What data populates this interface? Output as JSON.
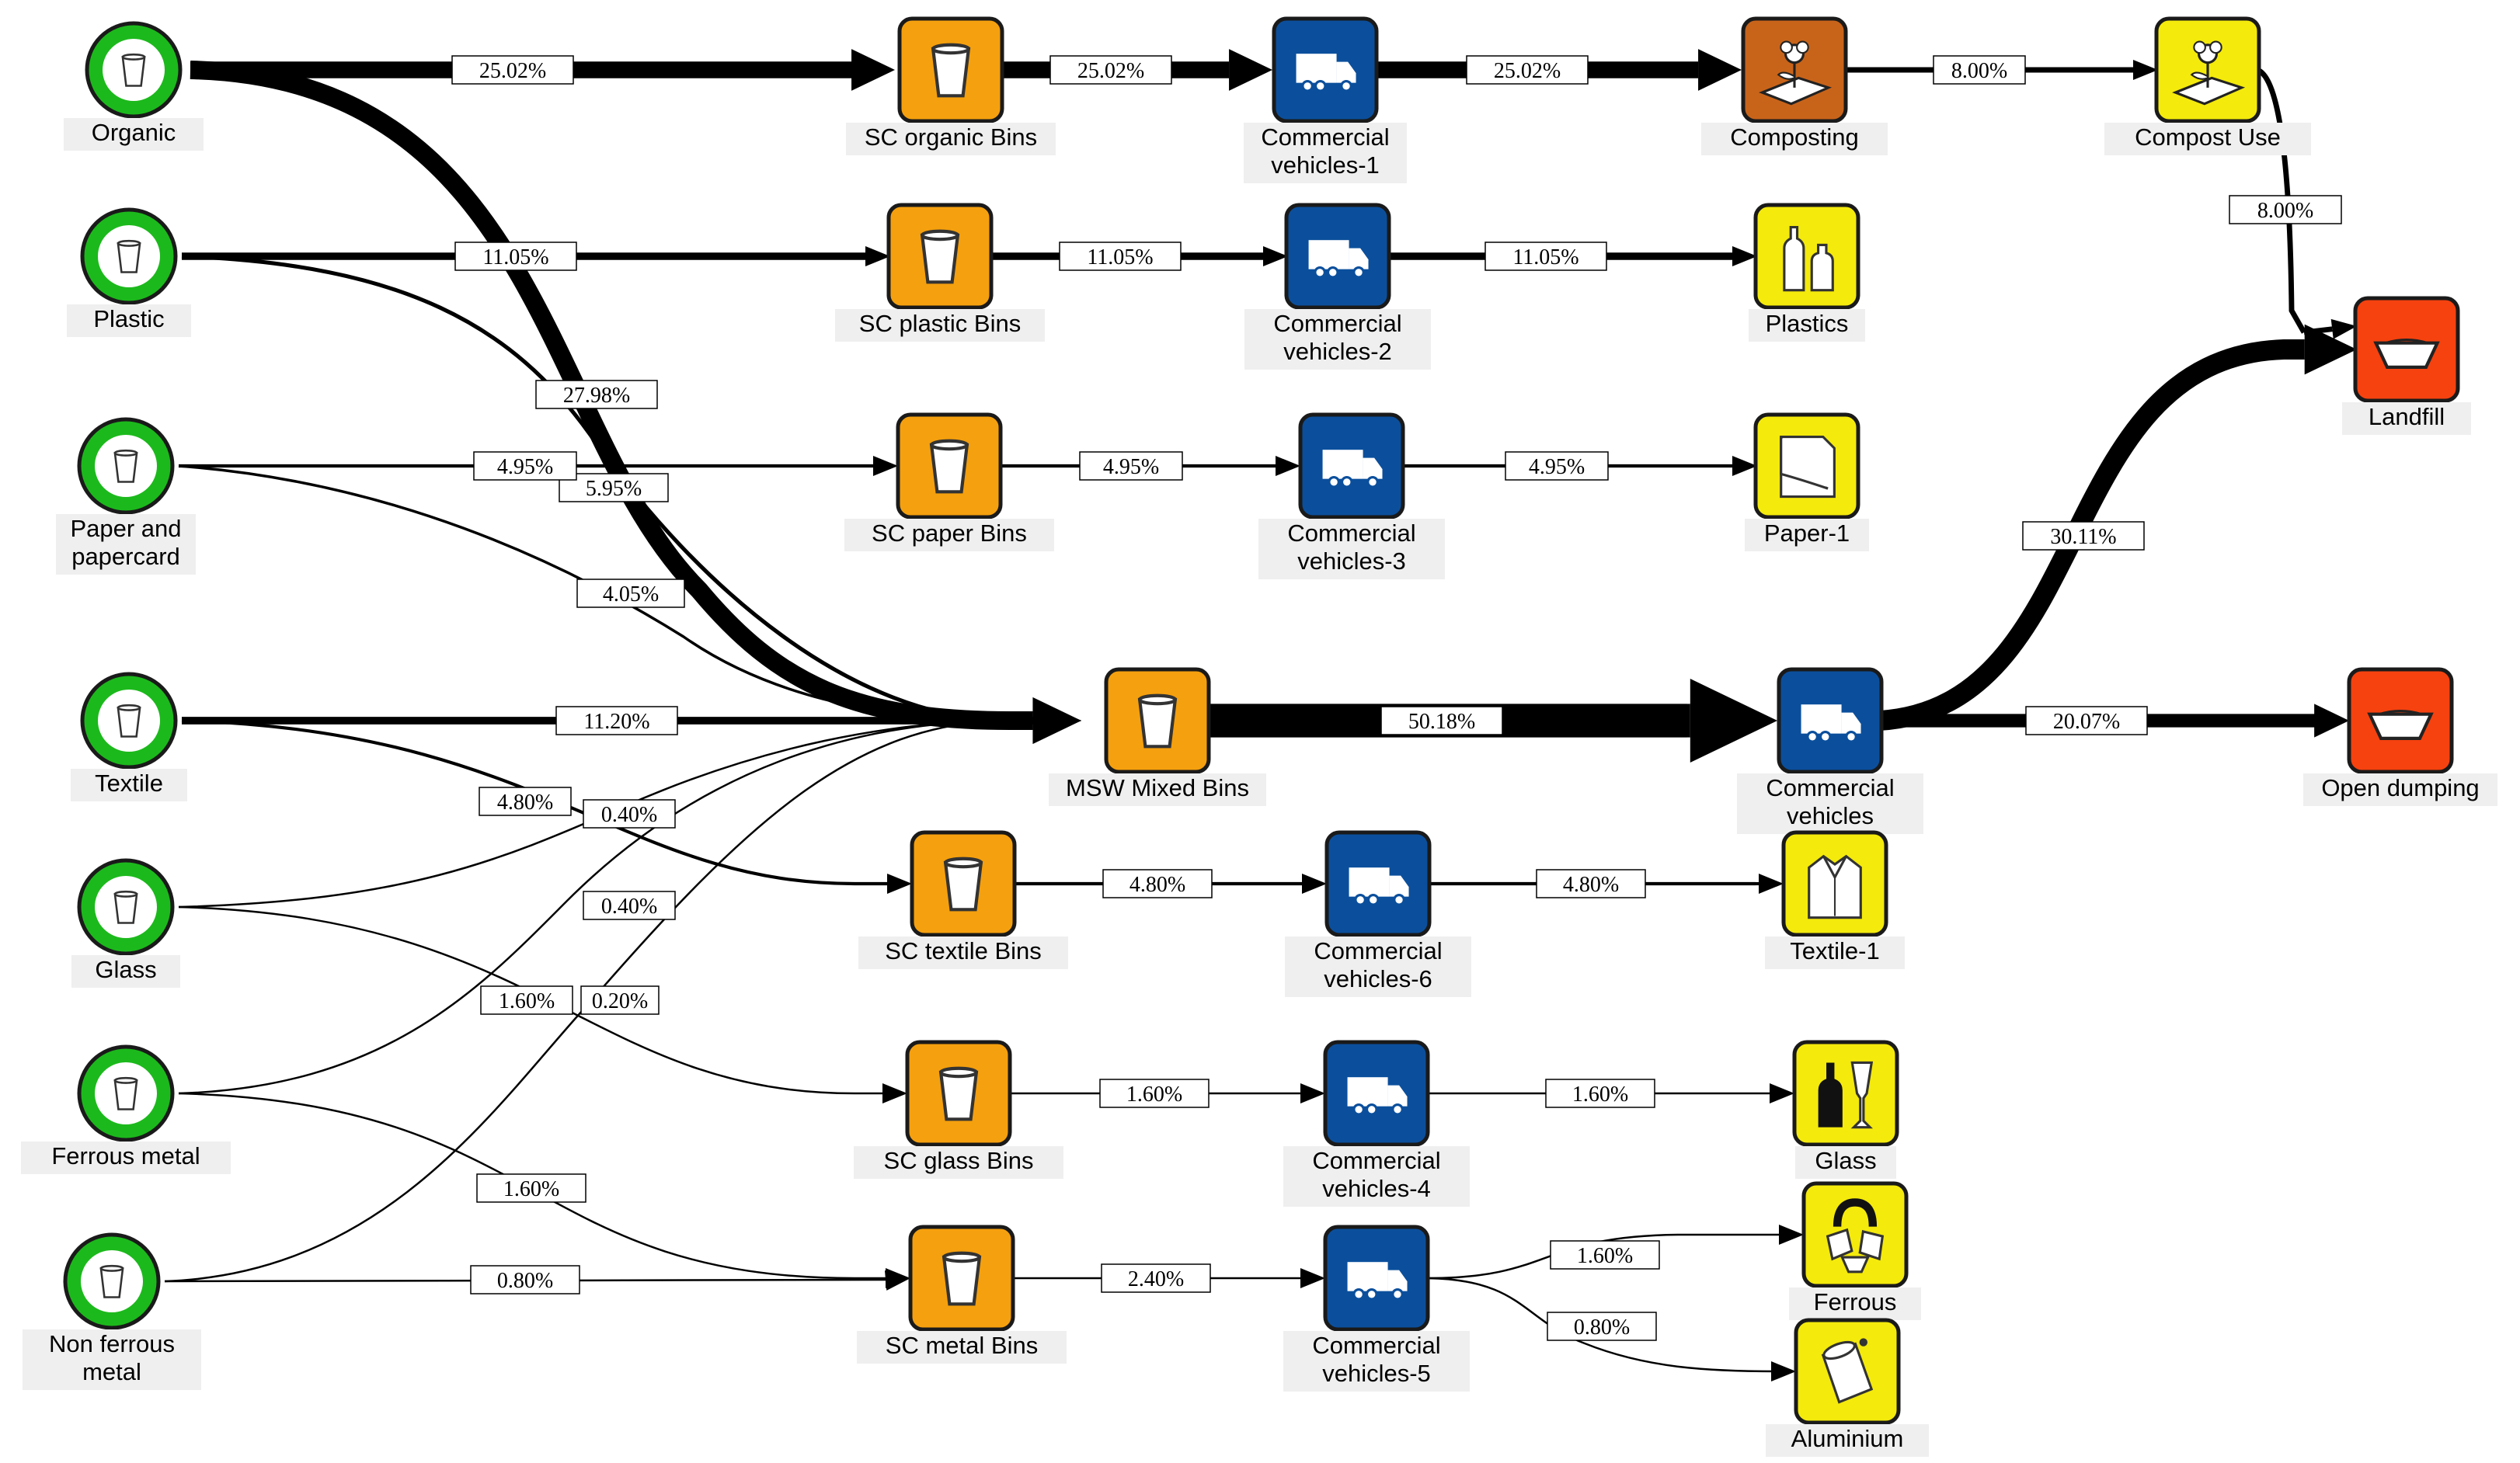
{
  "colors": {
    "source": "#1cb91c",
    "sc_bin": "#f5a00e",
    "vehicle": "#0b4f9c",
    "composting": "#c8641a",
    "product": "#f4ea0c",
    "disposal": "#f5420f",
    "edge": "#000000"
  },
  "nodes": {
    "organic": {
      "lines": [
        "Organic"
      ],
      "kind": "source",
      "icon": "bin-icon"
    },
    "plastic": {
      "lines": [
        "Plastic"
      ],
      "kind": "source",
      "icon": "bin-icon"
    },
    "paper": {
      "lines": [
        "Paper and",
        "papercard"
      ],
      "kind": "source",
      "icon": "bin-icon"
    },
    "textile": {
      "lines": [
        "Textile"
      ],
      "kind": "source",
      "icon": "bin-icon"
    },
    "glass": {
      "lines": [
        "Glass"
      ],
      "kind": "source",
      "icon": "bin-icon"
    },
    "ferrous": {
      "lines": [
        "Ferrous metal"
      ],
      "kind": "source",
      "icon": "bin-icon"
    },
    "nonferrous": {
      "lines": [
        "Non ferrous",
        "metal"
      ],
      "kind": "source",
      "icon": "bin-icon"
    },
    "sc_organic": {
      "lines": [
        "SC organic Bins"
      ],
      "kind": "sc_bin",
      "icon": "bin-icon"
    },
    "sc_plastic": {
      "lines": [
        "SC plastic Bins"
      ],
      "kind": "sc_bin",
      "icon": "bin-icon"
    },
    "sc_paper": {
      "lines": [
        "SC paper Bins"
      ],
      "kind": "sc_bin",
      "icon": "bin-icon"
    },
    "msw_mixed": {
      "lines": [
        "MSW Mixed Bins"
      ],
      "kind": "sc_bin",
      "icon": "bin-icon"
    },
    "sc_textile": {
      "lines": [
        "SC textile Bins"
      ],
      "kind": "sc_bin",
      "icon": "bin-icon"
    },
    "sc_glass": {
      "lines": [
        "SC glass Bins"
      ],
      "kind": "sc_bin",
      "icon": "bin-icon"
    },
    "sc_metal": {
      "lines": [
        "SC metal Bins"
      ],
      "kind": "sc_bin",
      "icon": "bin-icon"
    },
    "cv1": {
      "lines": [
        "Commercial",
        "vehicles-1"
      ],
      "kind": "vehicle",
      "icon": "truck-icon"
    },
    "cv2": {
      "lines": [
        "Commercial",
        "vehicles-2"
      ],
      "kind": "vehicle",
      "icon": "truck-icon"
    },
    "cv3": {
      "lines": [
        "Commercial",
        "vehicles-3"
      ],
      "kind": "vehicle",
      "icon": "truck-icon"
    },
    "cv": {
      "lines": [
        "Commercial",
        "vehicles"
      ],
      "kind": "vehicle",
      "icon": "truck-icon"
    },
    "cv6": {
      "lines": [
        "Commercial",
        "vehicles-6"
      ],
      "kind": "vehicle",
      "icon": "truck-icon"
    },
    "cv4": {
      "lines": [
        "Commercial",
        "vehicles-4"
      ],
      "kind": "vehicle",
      "icon": "truck-icon"
    },
    "cv5": {
      "lines": [
        "Commercial",
        "vehicles-5"
      ],
      "kind": "vehicle",
      "icon": "truck-icon"
    },
    "composting": {
      "lines": [
        "Composting"
      ],
      "kind": "composting",
      "icon": "flower-icon"
    },
    "compost_use": {
      "lines": [
        "Compost Use"
      ],
      "kind": "product",
      "icon": "flower-icon"
    },
    "plastics": {
      "lines": [
        "Plastics"
      ],
      "kind": "product",
      "icon": "bottles-icon"
    },
    "paper1": {
      "lines": [
        "Paper-1"
      ],
      "kind": "product",
      "icon": "paper-icon"
    },
    "landfill": {
      "lines": [
        "Landfill"
      ],
      "kind": "disposal",
      "icon": "pit-icon"
    },
    "open_dumping": {
      "lines": [
        "Open dumping"
      ],
      "kind": "disposal",
      "icon": "pit-icon"
    },
    "textile1": {
      "lines": [
        "Textile-1"
      ],
      "kind": "product",
      "icon": "shirt-icon"
    },
    "glass_out": {
      "lines": [
        "Glass"
      ],
      "kind": "product",
      "icon": "bottle-glass-icon"
    },
    "ferrous_out": {
      "lines": [
        "Ferrous"
      ],
      "kind": "product",
      "icon": "magnet-icon"
    },
    "aluminium": {
      "lines": [
        "Aluminium"
      ],
      "kind": "product",
      "icon": "can-icon"
    }
  },
  "flows": [
    {
      "id": "f1",
      "from": "organic",
      "to": "sc_organic",
      "label": "25.02%",
      "value": 25.02
    },
    {
      "id": "f2",
      "from": "sc_organic",
      "to": "cv1",
      "label": "25.02%",
      "value": 25.02
    },
    {
      "id": "f3",
      "from": "cv1",
      "to": "composting",
      "label": "25.02%",
      "value": 25.02
    },
    {
      "id": "f4",
      "from": "composting",
      "to": "compost_use",
      "label": "8.00%",
      "value": 8.0
    },
    {
      "id": "f5",
      "from": "compost_use",
      "to": "landfill",
      "label": "8.00%",
      "value": 8.0
    },
    {
      "id": "f6",
      "from": "organic",
      "to": "msw_mixed",
      "label": "27.98%",
      "value": 27.98
    },
    {
      "id": "f7",
      "from": "plastic",
      "to": "sc_plastic",
      "label": "11.05%",
      "value": 11.05
    },
    {
      "id": "f8",
      "from": "sc_plastic",
      "to": "cv2",
      "label": "11.05%",
      "value": 11.05
    },
    {
      "id": "f9",
      "from": "cv2",
      "to": "plastics",
      "label": "11.05%",
      "value": 11.05
    },
    {
      "id": "f10",
      "from": "plastic",
      "to": "msw_mixed",
      "label": "5.95%",
      "value": 5.95
    },
    {
      "id": "f11",
      "from": "paper",
      "to": "sc_paper",
      "label": "4.95%",
      "value": 4.95
    },
    {
      "id": "f12",
      "from": "sc_paper",
      "to": "cv3",
      "label": "4.95%",
      "value": 4.95
    },
    {
      "id": "f13",
      "from": "cv3",
      "to": "paper1",
      "label": "4.95%",
      "value": 4.95
    },
    {
      "id": "f14",
      "from": "paper",
      "to": "msw_mixed",
      "label": "4.05%",
      "value": 4.05
    },
    {
      "id": "f15",
      "from": "textile",
      "to": "msw_mixed",
      "label": "11.20%",
      "value": 11.2
    },
    {
      "id": "f16",
      "from": "textile",
      "to": "sc_textile",
      "label": "4.80%",
      "value": 4.8
    },
    {
      "id": "f17",
      "from": "sc_textile",
      "to": "cv6",
      "label": "4.80%",
      "value": 4.8
    },
    {
      "id": "f18",
      "from": "cv6",
      "to": "textile1",
      "label": "4.80%",
      "value": 4.8
    },
    {
      "id": "f19",
      "from": "glass",
      "to": "msw_mixed",
      "label": "0.40%",
      "value": 0.4
    },
    {
      "id": "f20",
      "from": "ferrous",
      "to": "msw_mixed",
      "label": "0.40%",
      "value": 0.4
    },
    {
      "id": "f21",
      "from": "nonferrous",
      "to": "msw_mixed",
      "label": "0.20%",
      "value": 0.2
    },
    {
      "id": "f22",
      "from": "glass",
      "to": "sc_glass",
      "label": "1.60%",
      "value": 1.6
    },
    {
      "id": "f23",
      "from": "sc_glass",
      "to": "cv4",
      "label": "1.60%",
      "value": 1.6
    },
    {
      "id": "f24",
      "from": "cv4",
      "to": "glass_out",
      "label": "1.60%",
      "value": 1.6
    },
    {
      "id": "f25",
      "from": "ferrous",
      "to": "sc_metal",
      "label": "1.60%",
      "value": 1.6
    },
    {
      "id": "f26",
      "from": "nonferrous",
      "to": "sc_metal",
      "label": "0.80%",
      "value": 0.8
    },
    {
      "id": "f27",
      "from": "sc_metal",
      "to": "cv5",
      "label": "2.40%",
      "value": 2.4
    },
    {
      "id": "f28",
      "from": "cv5",
      "to": "ferrous_out",
      "label": "1.60%",
      "value": 1.6
    },
    {
      "id": "f29",
      "from": "cv5",
      "to": "aluminium",
      "label": "0.80%",
      "value": 0.8
    },
    {
      "id": "f30",
      "from": "msw_mixed",
      "to": "cv",
      "label": "50.18%",
      "value": 50.18
    },
    {
      "id": "f31",
      "from": "cv",
      "to": "landfill",
      "label": "30.11%",
      "value": 30.11
    },
    {
      "id": "f32",
      "from": "cv",
      "to": "open_dumping",
      "label": "20.07%",
      "value": 20.07
    }
  ]
}
